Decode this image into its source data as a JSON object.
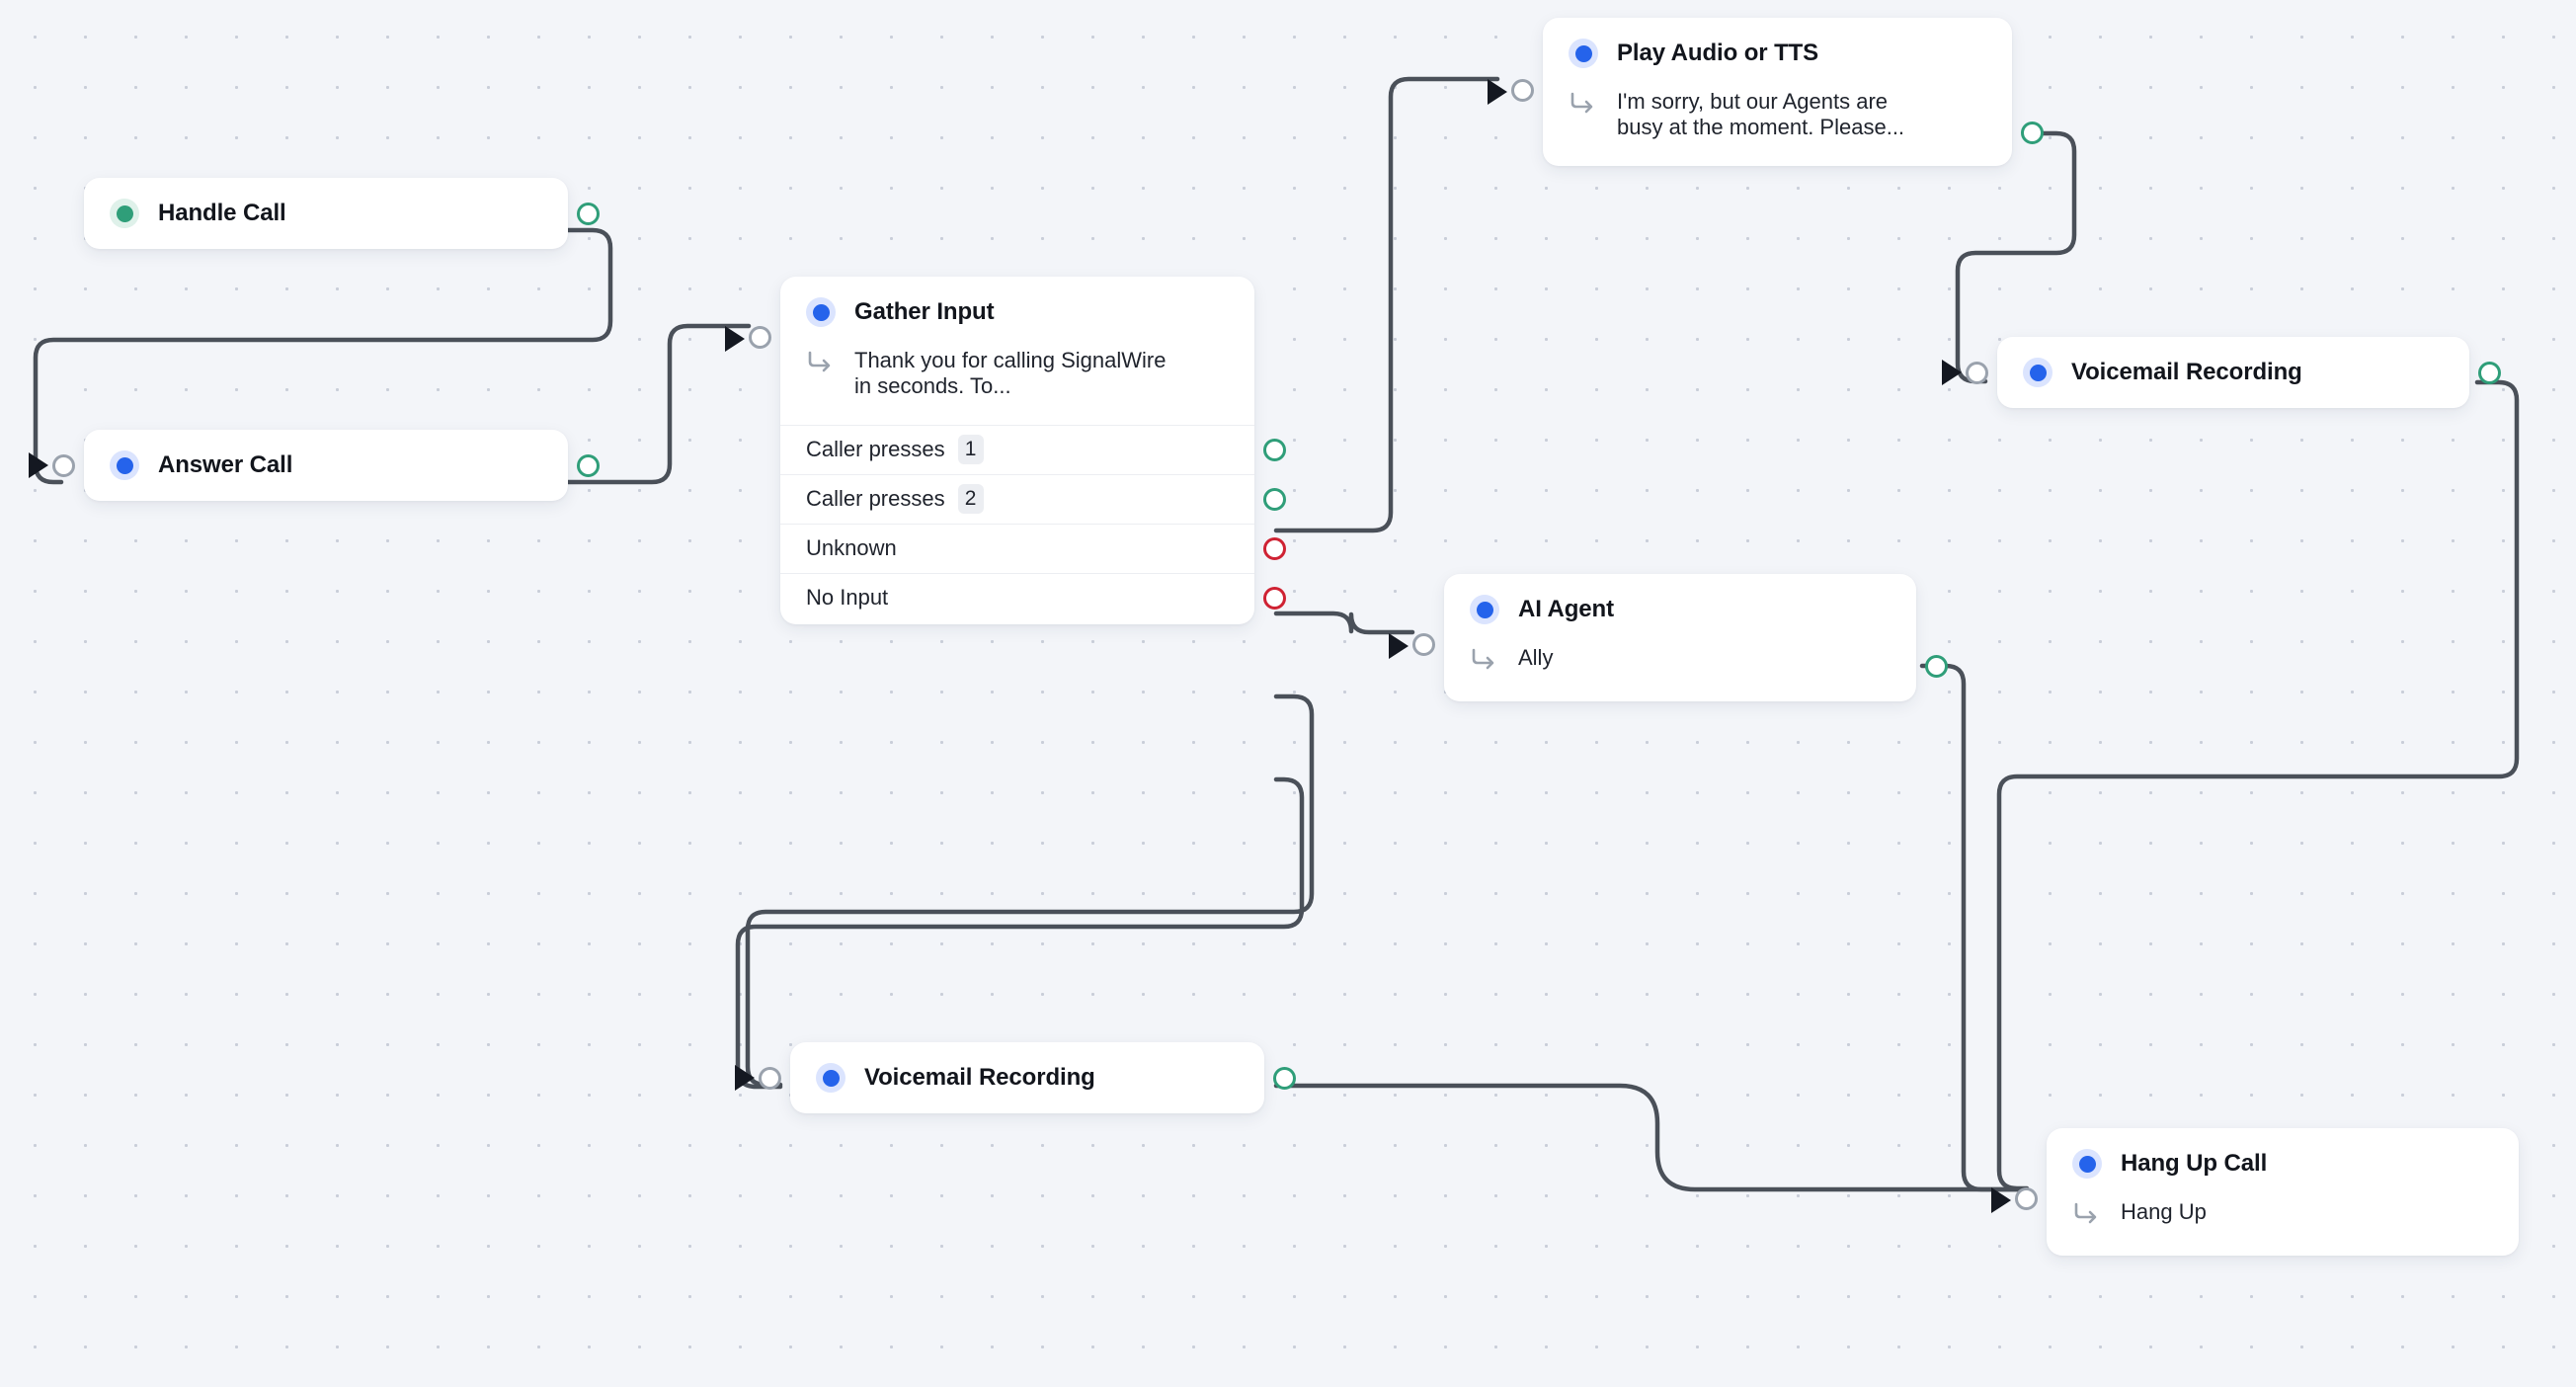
{
  "canvas": {
    "background": "#f3f5f9",
    "grid_dot_color": "#c9ced9",
    "grid_spacing": 51
  },
  "palette": {
    "node_bg": "#ffffff",
    "title_color": "#12151c",
    "edge_color": "#4a5059",
    "port_green": "#2f9e79",
    "port_red": "#cf2233",
    "port_gray": "#9aa2ad",
    "dot_blue": "#2563eb",
    "dot_green": "#2f9e79",
    "badge_bg": "#eceef2"
  },
  "icons": {
    "status_dot": "status-dot-icon",
    "sub_arrow": "subtask-arrow-icon",
    "port": "connection-port-icon",
    "arrowhead": "edge-arrowhead-icon"
  },
  "nodes": [
    {
      "id": "handle-call",
      "title": "Handle Call",
      "dot": "green",
      "has_input": false,
      "has_output": true,
      "output_kind": "green"
    },
    {
      "id": "answer-call",
      "title": "Answer Call",
      "dot": "blue",
      "has_input": true,
      "has_output": true,
      "output_kind": "green"
    },
    {
      "id": "gather-input",
      "title": "Gather Input",
      "dot": "blue",
      "subtitle": "Thank you for calling SignalWire in seconds. To...",
      "has_input": true,
      "options": [
        {
          "label": "Caller presses",
          "badge": "1",
          "port": "green"
        },
        {
          "label": "Caller presses",
          "badge": "2",
          "port": "green"
        },
        {
          "label": "Unknown",
          "badge": "",
          "port": "red"
        },
        {
          "label": "No Input",
          "badge": "",
          "port": "red"
        }
      ]
    },
    {
      "id": "play-audio-or-tts",
      "title": "Play Audio or TTS",
      "dot": "blue",
      "subtitle": "I'm sorry, but our Agents are busy at the moment. Please...",
      "has_input": true,
      "has_output": true,
      "output_kind": "green"
    },
    {
      "id": "voicemail-recording-right",
      "title": "Voicemail Recording",
      "dot": "blue",
      "has_input": true,
      "has_output": true,
      "output_kind": "green"
    },
    {
      "id": "ai-agent",
      "title": "AI Agent",
      "dot": "blue",
      "subtitle": "Ally",
      "has_input": true,
      "has_output": true,
      "output_kind": "green"
    },
    {
      "id": "voicemail-recording-bottom",
      "title": "Voicemail Recording",
      "dot": "blue",
      "has_input": true,
      "has_output": true,
      "output_kind": "green"
    },
    {
      "id": "hang-up-call",
      "title": "Hang Up Call",
      "dot": "blue",
      "subtitle": "Hang Up",
      "has_input": true
    }
  ],
  "edges": [
    {
      "from": "handle-call",
      "to": "answer-call"
    },
    {
      "from": "answer-call",
      "to": "gather-input"
    },
    {
      "from": "gather-input:1",
      "to": "play-audio-or-tts"
    },
    {
      "from": "gather-input:2",
      "to": "ai-agent"
    },
    {
      "from": "gather-input:unknown",
      "to": "voicemail-recording-bottom"
    },
    {
      "from": "gather-input:no-input",
      "to": "voicemail-recording-bottom"
    },
    {
      "from": "play-audio-or-tts",
      "to": "voicemail-recording-right"
    },
    {
      "from": "voicemail-recording-right",
      "to": "hang-up-call"
    },
    {
      "from": "ai-agent",
      "to": "hang-up-call"
    },
    {
      "from": "voicemail-recording-bottom",
      "to": "hang-up-call"
    }
  ]
}
